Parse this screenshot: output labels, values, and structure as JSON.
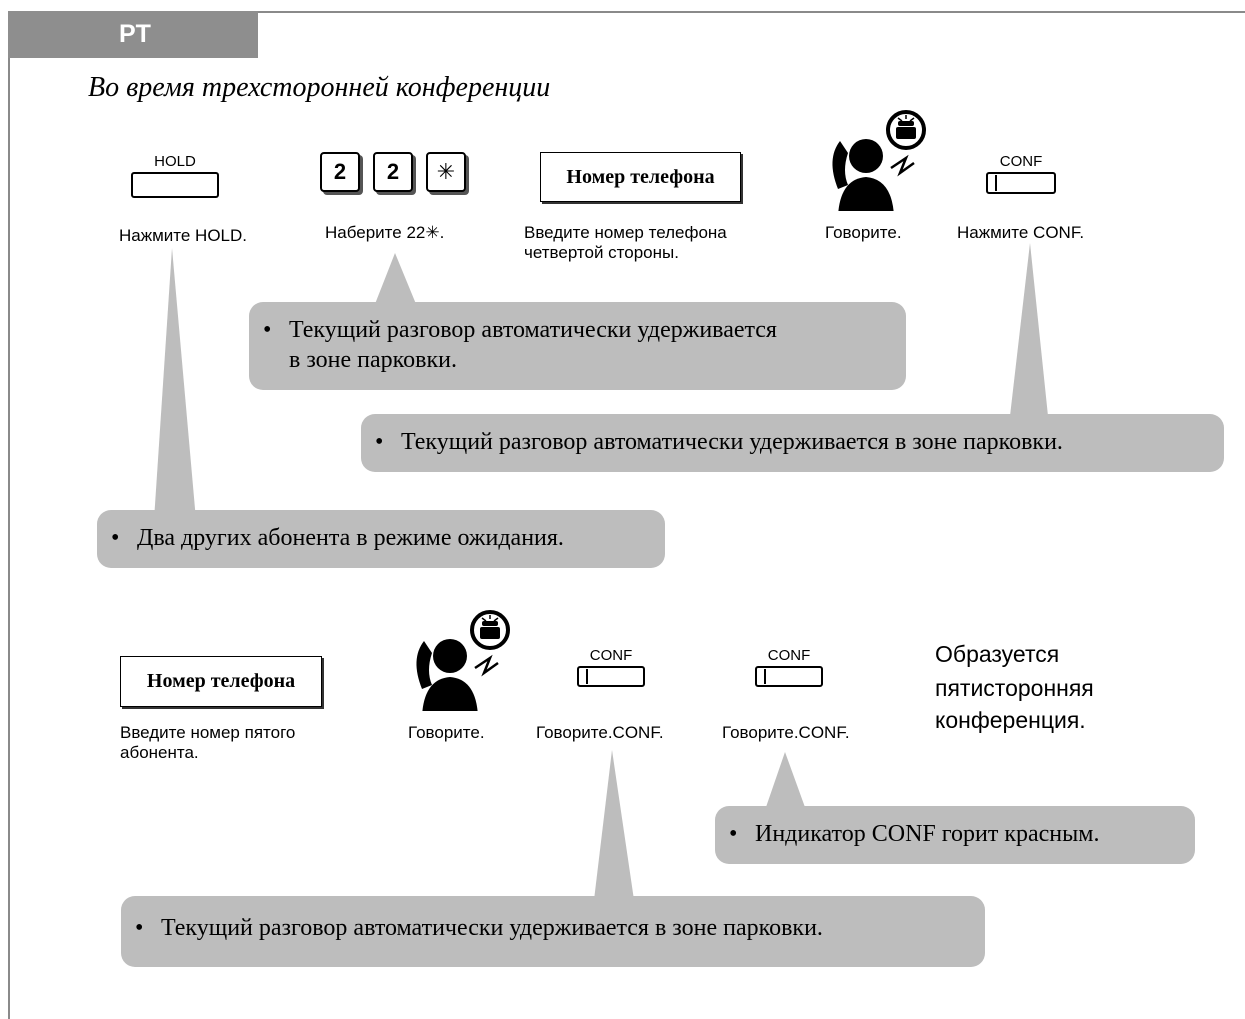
{
  "tab": {
    "label": "PT"
  },
  "heading": "Во время трехсторонней конференции",
  "row1": {
    "hold_key_label": "HOLD",
    "hold_caption": "Нажмите HOLD.",
    "dial_keys": [
      "2",
      "2",
      "✳"
    ],
    "dial_caption": "Наберите 22✳.",
    "number_box": "Номер телефона",
    "number_caption_line1": "Введите номер телефона",
    "number_caption_line2": "четвертой  стороны.",
    "talk_caption": "Говорите.",
    "conf_key_label": "CONF",
    "conf_caption": "Нажмите CONF."
  },
  "notes1": {
    "dial_note_line1": "Текущий разговор автоматически удерживается",
    "dial_note_line2": "в зоне парковки.",
    "conf_note": "Текущий разговор автоматически удерживается в зоне парковки.",
    "hold_note": "Два других абонента в режиме ожидания."
  },
  "row2": {
    "number_box": "Номер телефона",
    "number_caption_line1": "Введите номер пятого",
    "number_caption_line2": "абонента.",
    "talk_caption": "Говорите.",
    "conf1_key_label": "CONF",
    "conf1_caption": "Говорите.CONF.",
    "conf2_key_label": "CONF",
    "conf2_caption": "Говорите.CONF.",
    "result_line1": "Образуется",
    "result_line2": "пятисторонняя",
    "result_line3": "конференция."
  },
  "notes2": {
    "indicator_note": "Индикатор CONF горит красным.",
    "park_note": "Текущий разговор автоматически удерживается в зоне парковки."
  },
  "bullet": "•",
  "colors": {
    "callout": "#bdbdbd",
    "tab": "#8e8e8e",
    "frame": "#8a8a8a"
  }
}
